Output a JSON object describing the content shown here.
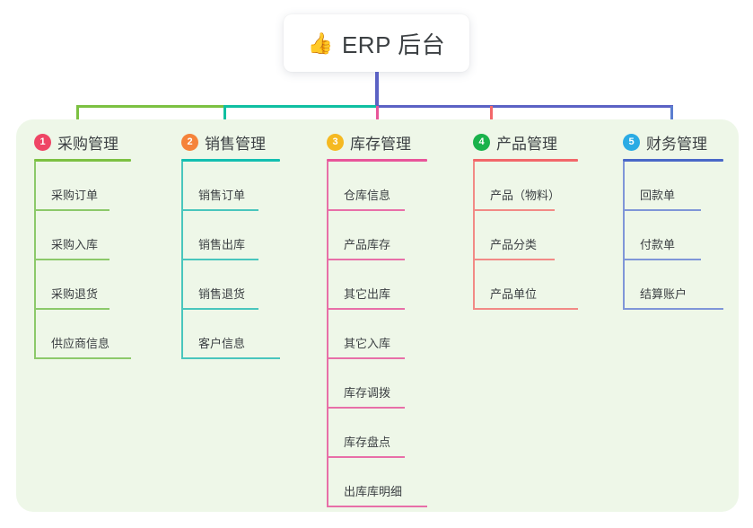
{
  "root": {
    "icon": "thumbs-up-emoji",
    "icon_glyph": "👍",
    "title": "ERP 后台"
  },
  "palette": {
    "panel_bg": "#eef7e8",
    "page_bg": "#ffffff",
    "text": "#3c4043",
    "stem": "#5b62c4",
    "bus_green": "#7cc142",
    "bus_teal": "#0fbfa1",
    "bus_blue": "#5b62c4"
  },
  "columns": [
    {
      "index": "1",
      "title": "采购管理",
      "badge_color": "#ef4565",
      "rule_color": "#7cc142",
      "line_color": "#8cc96a",
      "items": [
        "采购订单",
        "采购入库",
        "采购退货",
        "供应商信息"
      ]
    },
    {
      "index": "2",
      "title": "销售管理",
      "badge_color": "#f5833a",
      "rule_color": "#13bfb0",
      "line_color": "#49c6bd",
      "items": [
        "销售订单",
        "销售出库",
        "销售退货",
        "客户信息"
      ]
    },
    {
      "index": "3",
      "title": "库存管理",
      "badge_color": "#f5b921",
      "rule_color": "#e8559a",
      "line_color": "#e86fa8",
      "items": [
        "仓库信息",
        "产品库存",
        "其它出库",
        "其它入库",
        "库存调拨",
        "库存盘点",
        "出库库明细"
      ]
    },
    {
      "index": "4",
      "title": "产品管理",
      "badge_color": "#19b24b",
      "rule_color": "#f2676a",
      "line_color": "#f28a86",
      "items": [
        "产品（物料）",
        "产品分类",
        "产品单位"
      ]
    },
    {
      "index": "5",
      "title": "财务管理",
      "badge_color": "#2aabe4",
      "rule_color": "#4a68c8",
      "line_color": "#7f96d8",
      "items": [
        "回款单",
        "付款单",
        "结算账户"
      ]
    }
  ]
}
